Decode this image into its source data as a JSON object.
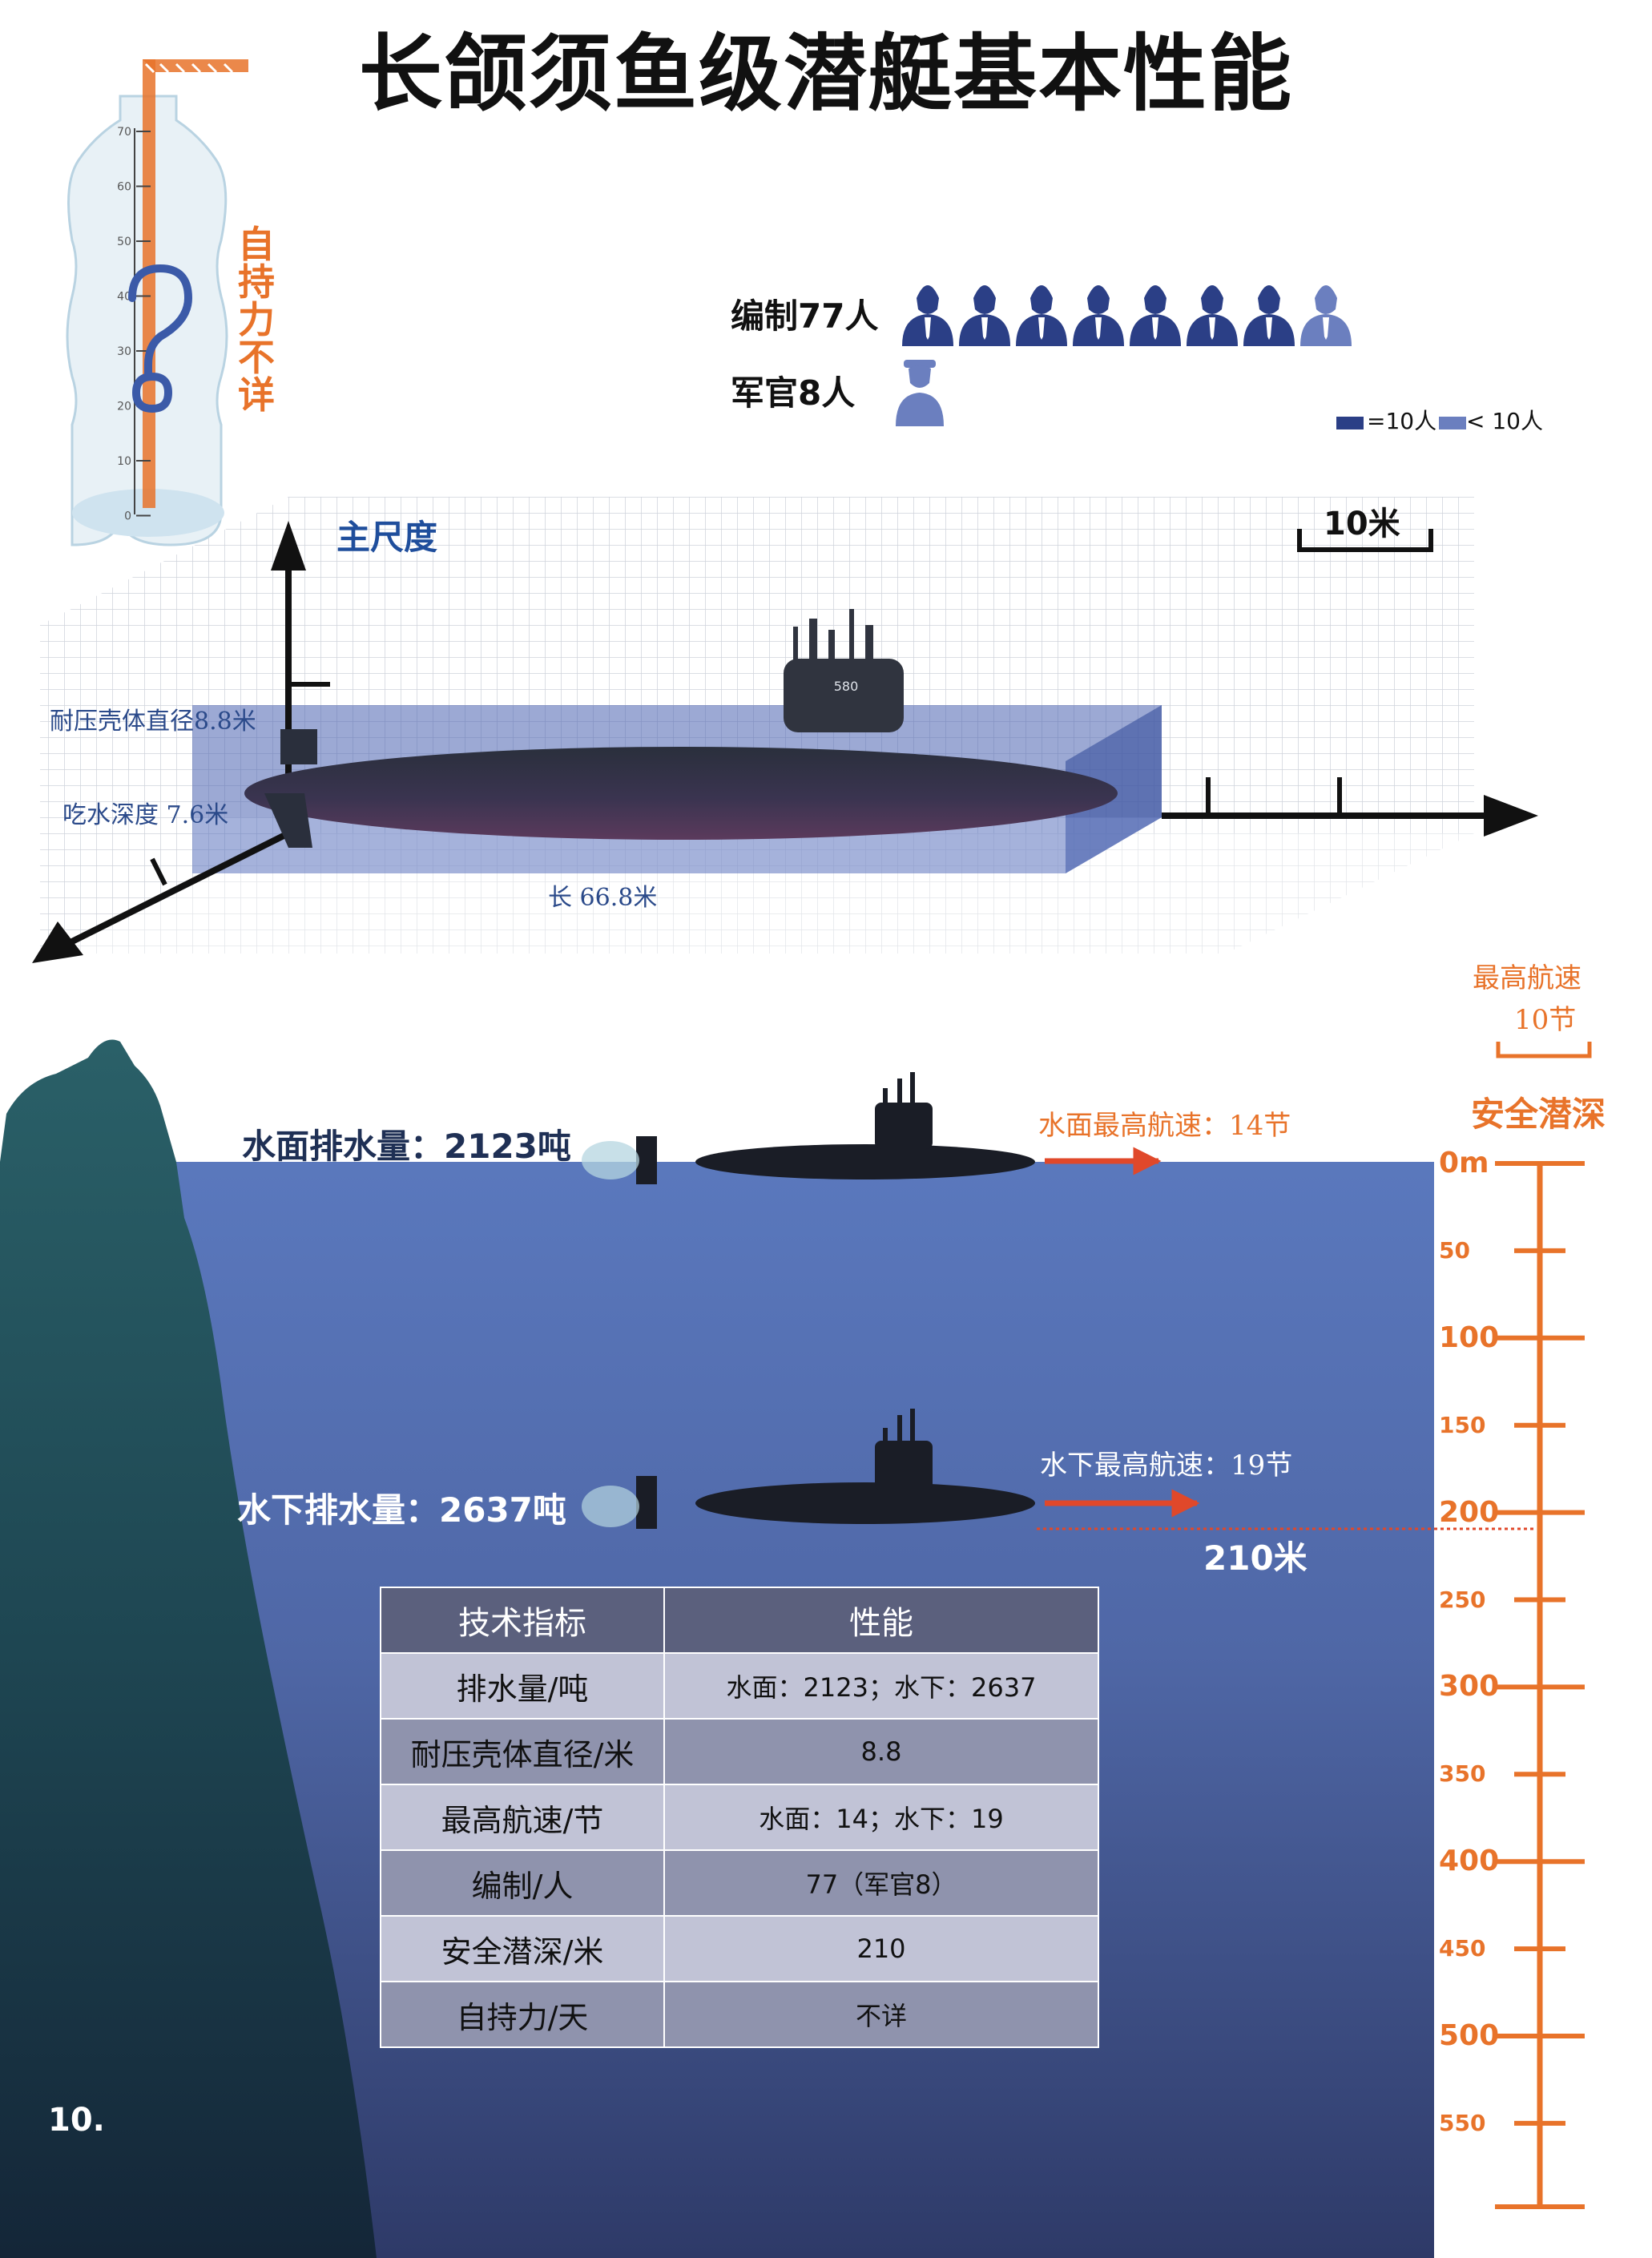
{
  "title": "长颌须鱼级潜艇基本性能",
  "endurance_label": "自持力不详",
  "bottle": {
    "scale_labels": [
      "70",
      "60",
      "50",
      "40",
      "30",
      "20",
      "10",
      "0"
    ],
    "question_mark": "?"
  },
  "crew": {
    "complement_label": "编制77人",
    "officers_label": "军官8人",
    "full_icon_count": 7,
    "partial_icon_count": 1,
    "officer_icon_count": 1,
    "legend_full": "=10人",
    "legend_partial": "< 10人",
    "colors": {
      "full": "#2b3f86",
      "partial": "#6b7fbf"
    }
  },
  "dimensions": {
    "heading": "主尺度",
    "scale_bar": "10米",
    "hull_diameter": "耐压壳体直径8.8米",
    "draught": "吃水深度 7.6米",
    "length": "长 66.8米",
    "sail_number": "580"
  },
  "speed_box": {
    "line1": "最高航速",
    "line2": "10节"
  },
  "depth_scale": {
    "title": "安全潜深",
    "ticks": [
      "0m",
      "50",
      "100",
      "150",
      "200",
      "250",
      "300",
      "350",
      "400",
      "450",
      "500",
      "550"
    ],
    "safe_depth_label": "210米",
    "safe_depth_value": 210
  },
  "surface": {
    "displacement": "水面排水量：2123吨",
    "max_speed": "水面最高航速：14节"
  },
  "submerged": {
    "displacement": "水下排水量：2637吨",
    "max_speed": "水下最高航速：19节"
  },
  "table": {
    "headers": [
      "技术指标",
      "性能"
    ],
    "rows": [
      [
        "排水量/吨",
        "水面：2123；水下：2637"
      ],
      [
        "耐压壳体直径/米",
        "8.8"
      ],
      [
        "最高航速/节",
        "水面：14；水下：19"
      ],
      [
        "编制/人",
        "77（军官8）"
      ],
      [
        "安全潜深/米",
        "210"
      ],
      [
        "自持力/天",
        "不详"
      ]
    ]
  },
  "page_number": "10.",
  "colors": {
    "accent_orange": "#e8732a",
    "ocean": "#4f6db0",
    "cliff": "#234f56",
    "table_header": "#5b607d"
  }
}
